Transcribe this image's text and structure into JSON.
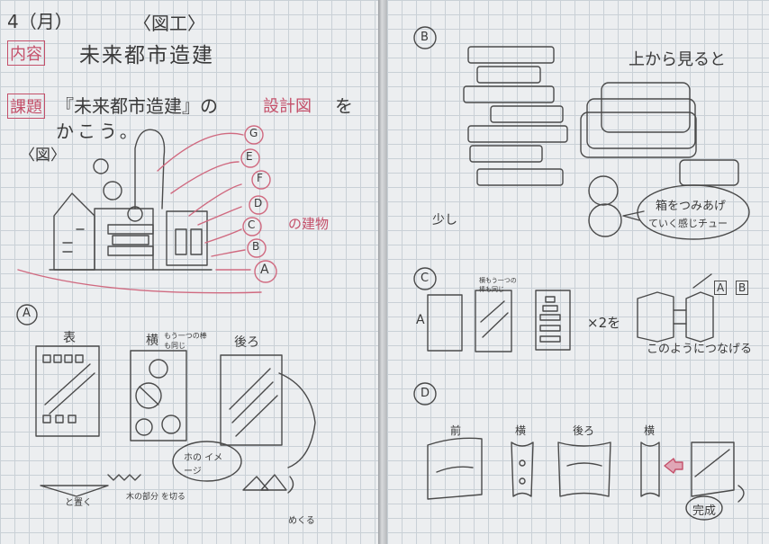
{
  "left_page": {
    "date": "4（月）",
    "subject": "〈図工〉",
    "content_label": "内容",
    "content_text": "未来都市造建",
    "task_label": "課題",
    "task_text_1": "『未来都市造建』の",
    "task_text_pink": "設計図",
    "task_text_2": "を",
    "task_text_3": "かこう。",
    "figure_label": "〈図〉",
    "building_note": "の建物",
    "marks": [
      "G",
      "E",
      "F",
      "D",
      "C",
      "B",
      "A"
    ],
    "section_a": {
      "badge": "A",
      "front": "表",
      "side": "横",
      "side_note": "もう一つの棒も同じ",
      "back": "後ろ",
      "bubble": "ホの イメージ",
      "place": "と置く",
      "wood": "木の部分 を切る",
      "turn": "めくる"
    }
  },
  "right_page": {
    "section_b": {
      "badge": "B",
      "top_view": "上から見ると",
      "little": "少し",
      "speech_1": "箱をつみあげ",
      "speech_2": "ていく感じチュー"
    },
    "section_c": {
      "badge": "C",
      "side_note": "横もう一つの棒も同じ",
      "left_a": "A",
      "times_two": "×2を",
      "connect": "このようにつなげる",
      "box_a": "A",
      "box_b": "B"
    },
    "section_d": {
      "badge": "D",
      "labels": [
        "前",
        "横",
        "後ろ",
        "横"
      ],
      "done": "完成"
    }
  }
}
